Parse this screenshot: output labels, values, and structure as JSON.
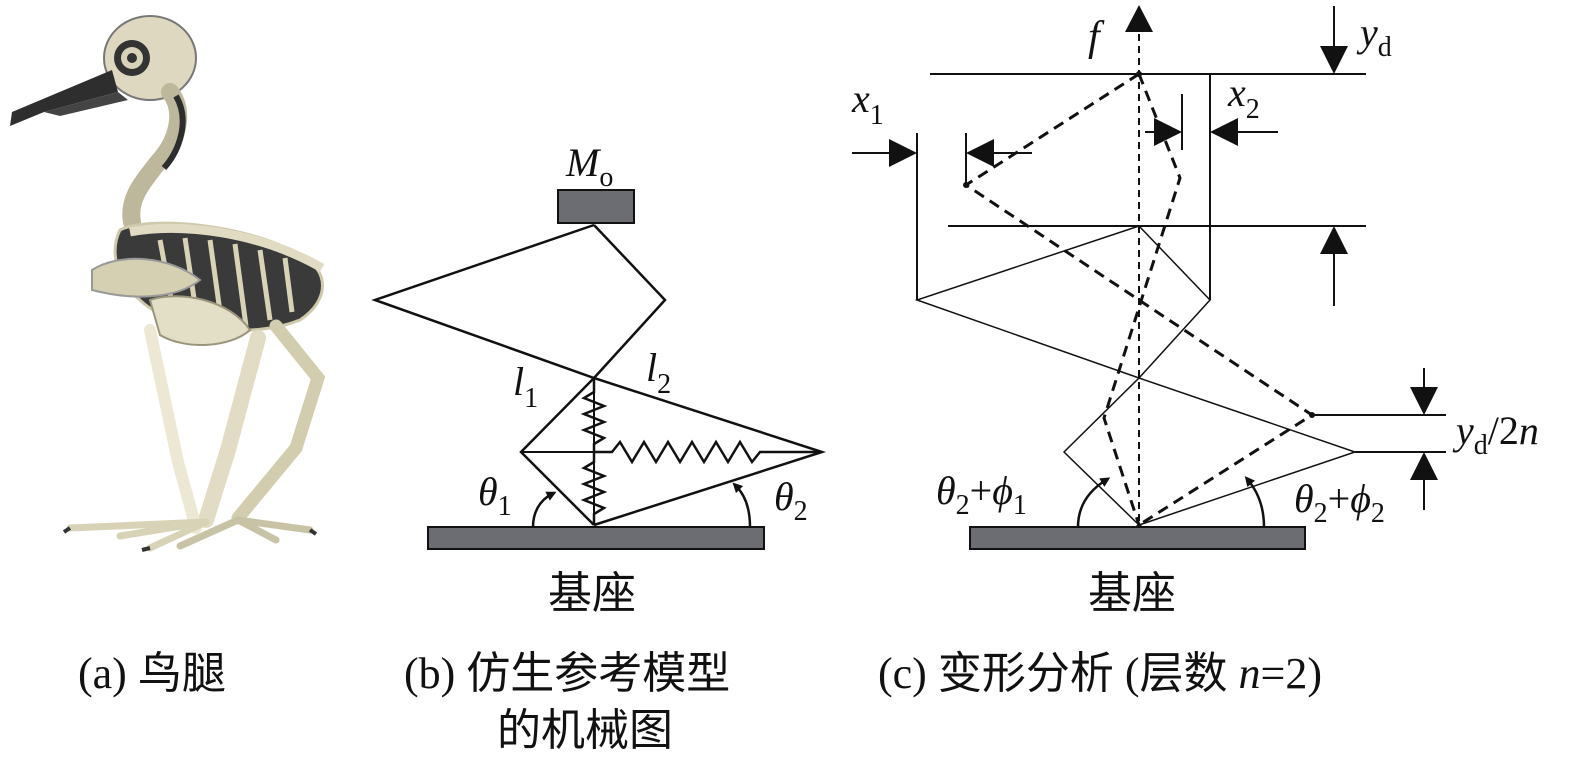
{
  "panels": {
    "a": {
      "caption": "(a) 鸟腿"
    },
    "b": {
      "caption_line1": "(b) 仿生参考模型",
      "caption_line2": "的机械图",
      "base_label": "基座",
      "mass_label": "M",
      "mass_sub": "o",
      "l1": "l",
      "l1_sub": "1",
      "l2": "l",
      "l2_sub": "2",
      "theta1": "θ",
      "theta1_sub": "1",
      "theta2": "θ",
      "theta2_sub": "2"
    },
    "c": {
      "caption_prefix": "(c) 变形分析 (层数 ",
      "caption_n": "n",
      "caption_suffix": "=2)",
      "base_label": "基座",
      "f": "f",
      "yd": "y",
      "yd_sub": "d",
      "x1": "x",
      "x1_sub": "1",
      "x2": "x",
      "x2_sub": "2",
      "yd2n_y": "y",
      "yd2n_sub": "d",
      "yd2n_rest": "/2",
      "yd2n_n": "n",
      "angle_left_theta": "θ",
      "angle_left_theta_sub": "2",
      "angle_left_plus": "+",
      "angle_left_phi": "ϕ",
      "angle_left_phi_sub": "1",
      "angle_right_theta": "θ",
      "angle_right_theta_sub": "2",
      "angle_right_plus": "+",
      "angle_right_phi": "ϕ",
      "angle_right_phi_sub": "2"
    }
  },
  "colors": {
    "base_fill": "#6b6d73",
    "line": "#111111",
    "bone": "#ddd8bf"
  }
}
